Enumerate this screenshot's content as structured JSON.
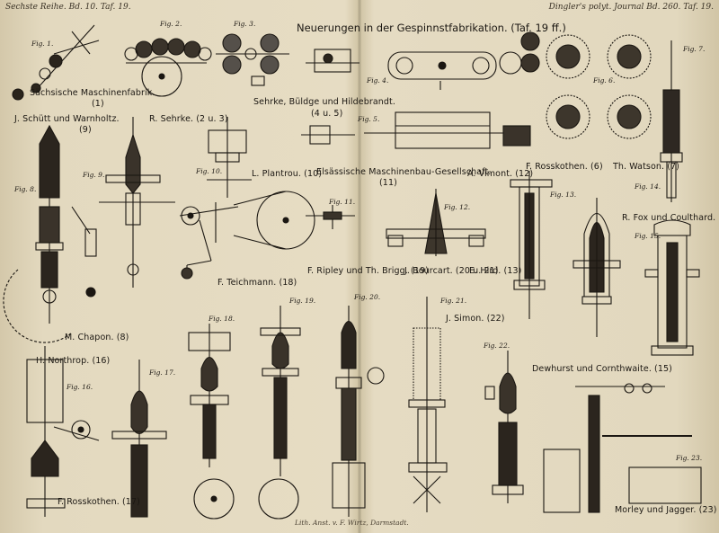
{
  "header": {
    "left": "Sechste Reihe. Bd. 10. Taf. 19.",
    "right": "Dingler's polyt. Journal Bd. 260. Taf. 19.",
    "title": "Neuerungen in der Gespinnstfabrikation. (Taf. 19 ff.)"
  },
  "figures": [
    "Fig. 1.",
    "Fig. 2.",
    "Fig. 3.",
    "Fig. 4.",
    "Fig. 5.",
    "Fig. 6.",
    "Fig. 7.",
    "Fig. 8.",
    "Fig. 9.",
    "Fig. 10.",
    "Fig. 11.",
    "Fig. 12.",
    "Fig. 13.",
    "Fig. 14.",
    "Fig. 15.",
    "Fig. 16.",
    "Fig. 17.",
    "Fig. 18.",
    "Fig. 19.",
    "Fig. 20.",
    "Fig. 21.",
    "Fig. 22.",
    "Fig. 23."
  ],
  "labels": {
    "saechsische": "Sächsische Maschinenfabrik.",
    "saechsische_ref": "(1)",
    "schuett": "J. Schütt und Warnholtz.",
    "schuett_ref": "(9)",
    "sehrke": "R. Sehrke. (2 u. 3)",
    "sehrke_bueldge": "Sehrke, Büldge und Hildebrandt.",
    "sehrke_bueldge_ref": "(4 u. 5)",
    "plantrou": "L. Plantrou. (10)",
    "elsaessische": "Elsässische Maschinenbau-Gesellschaft.",
    "elsaessische_ref": "(11)",
    "vimont": "A. Vimont. (12)",
    "rosskothen_6": "F. Rosskothen. (6)",
    "watson": "Th. Watson. (7)",
    "fox": "R. Fox und Coulthard. (14)",
    "teichmann": "F. Teichmann. (18)",
    "ripley": "F. Ripley und Th. Brigg. (19)",
    "bourcart": "J. Bourcart. (20 u. 21)",
    "hird": "E. Hird. (13)",
    "simon": "J. Simon. (22)",
    "chapon": "M. Chapon. (8)",
    "northrop": "H. Northrop. (16)",
    "dewhurst": "Dewhurst und Cornthwaite. (15)",
    "rosskothen_17": "F. Rosskothen. (17)",
    "morley": "Morley und Jagger. (23)"
  },
  "lithographer": "Lith. Anst. v. F. Wirtz, Darmstadt."
}
